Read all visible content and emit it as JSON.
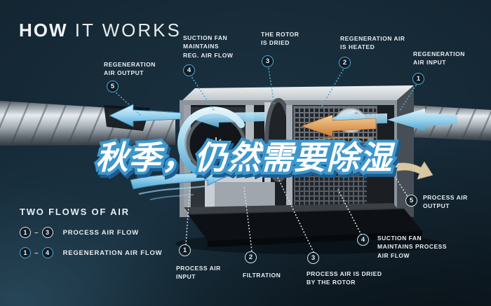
{
  "title": {
    "bold": "HOW",
    "light": " IT WORKS"
  },
  "overlay_text": "秋季，仍然需要除湿",
  "legend": {
    "title": "TWO FLOWS OF AIR",
    "rows": [
      {
        "from": "1",
        "dash": "–",
        "to": "3",
        "label": "PROCESS AIR FLOW",
        "style": "white"
      },
      {
        "from": "1",
        "dash": "–",
        "to": "4",
        "label": "REGENERATION AIR FLOW",
        "style": "cyan"
      }
    ]
  },
  "callouts": {
    "regeneration": [
      {
        "number": "1",
        "label": "REGENERATION\nAIR INPUT"
      },
      {
        "number": "2",
        "label": "REGENERATION AIR\nIS HEATED"
      },
      {
        "number": "3",
        "label": "THE ROTOR\nIS DRIED"
      },
      {
        "number": "4",
        "label": "SUCTION FAN\nMAINTAINS\nREG. AIR FLOW"
      },
      {
        "number": "5",
        "label": "REGENERATION\nAIR OUTPUT"
      }
    ],
    "process": [
      {
        "number": "1",
        "label": "PROCESS AIR\nINPUT"
      },
      {
        "number": "2",
        "label": "FILTRATION"
      },
      {
        "number": "3",
        "label": "PROCESS AIR IS DRIED\nBY THE ROTOR"
      },
      {
        "number": "4",
        "label": "SUCTION FAN\nMAINTAINS PROCESS\nAIR FLOW"
      },
      {
        "number": "5",
        "label": "PROCESS AIR\nOUTPUT"
      }
    ]
  },
  "colors": {
    "background": "#12232f",
    "accent_cyan": "#4fa8d2",
    "accent_orange": "#dd8f45",
    "text": "#e7edf1",
    "overlay_fill": "#ffffff",
    "overlay_outline": "#3e97cc"
  }
}
